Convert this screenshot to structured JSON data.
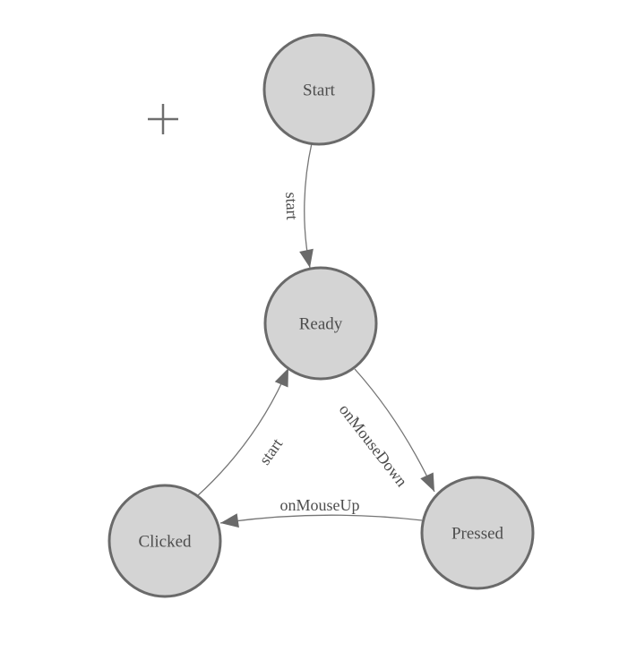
{
  "canvas": {
    "background": "#ffffff"
  },
  "diagram": {
    "type": "state-machine",
    "nodes": [
      {
        "id": "start",
        "label": "Start"
      },
      {
        "id": "ready",
        "label": "Ready"
      },
      {
        "id": "clicked",
        "label": "Clicked"
      },
      {
        "id": "pressed",
        "label": "Pressed"
      }
    ],
    "edges": [
      {
        "from": "Start",
        "to": "Ready",
        "label": "start"
      },
      {
        "from": "Ready",
        "to": "Pressed",
        "label": "onMouseDown"
      },
      {
        "from": "Pressed",
        "to": "Clicked",
        "label": "onMouseUp"
      },
      {
        "from": "Clicked",
        "to": "Ready",
        "label": "start"
      }
    ],
    "colors": {
      "node_fill": "#d4d4d4",
      "node_border": "#6a6a6a",
      "edge_line": "#757575",
      "arrow_fill": "#6a6a6a",
      "label_text": "#4d4d4d",
      "crosshair": "#6e6e6e"
    },
    "icons": [
      {
        "name": "plus-crosshair-icon"
      }
    ]
  }
}
